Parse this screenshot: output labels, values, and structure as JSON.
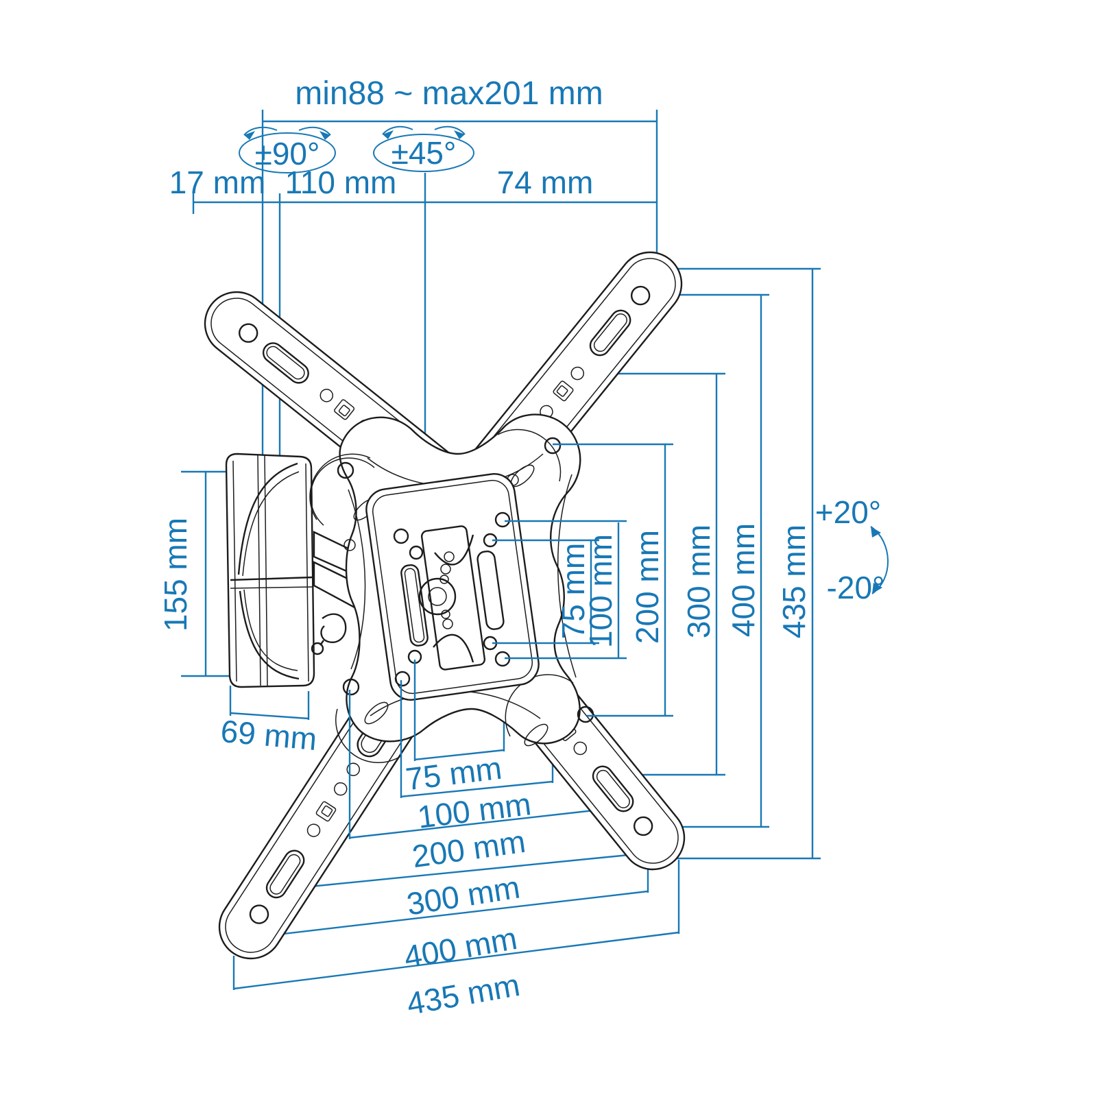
{
  "diagram": {
    "title_hint": "TV wall mount bracket dimension drawing",
    "colors": {
      "accent": "#1878b5",
      "line": "#1c1c1c",
      "background": "#ffffff"
    },
    "top": {
      "extension_range": "min88 ~ max201 mm",
      "swivel_range": "±90°",
      "tilt_small_range": "±45°",
      "wall_offset": "17 mm",
      "arm_depth": "110 mm",
      "head_depth": "74 mm"
    },
    "left": {
      "plate_height": "155 mm",
      "plate_width": "69 mm"
    },
    "right": {
      "vesa_labels": [
        "75 mm",
        "100 mm",
        "200 mm",
        "300 mm",
        "400 mm",
        "435 mm"
      ],
      "tilt_up": "+20°",
      "tilt_down": "-20°"
    },
    "bottom": {
      "vesa_labels": [
        "75 mm",
        "100 mm",
        "200 mm",
        "300 mm",
        "400 mm",
        "435 mm"
      ]
    }
  }
}
